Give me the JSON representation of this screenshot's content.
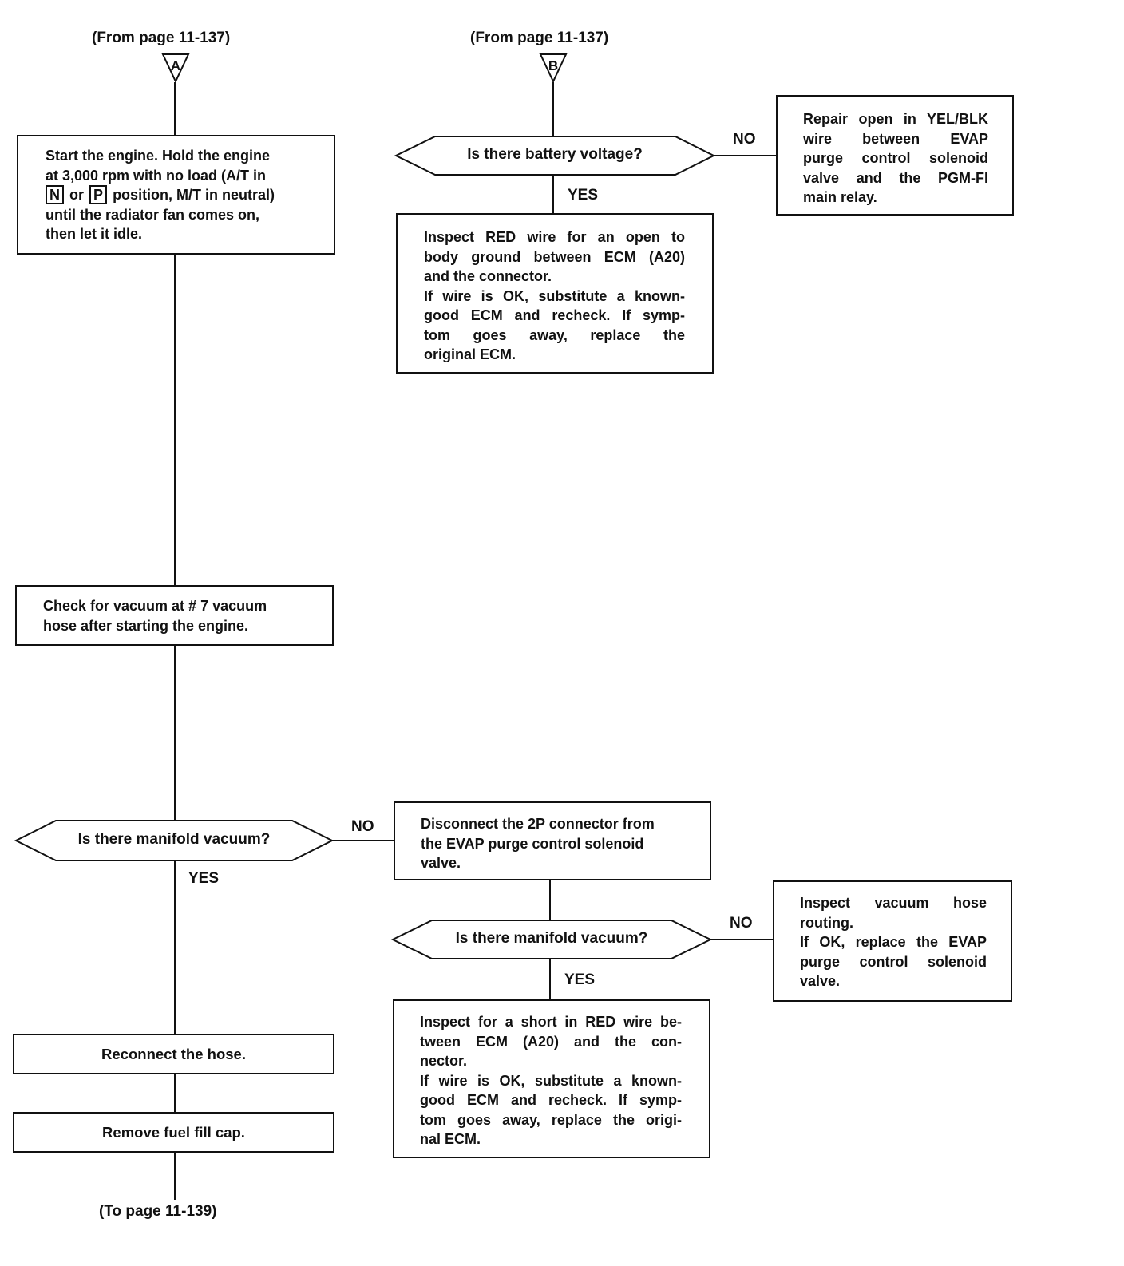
{
  "offpage": {
    "from_a": "(From page 11-137)",
    "from_b": "(From page 11-137)",
    "to_next": "(To page 11-139)",
    "marker_a": "A",
    "marker_b": "B"
  },
  "branch": {
    "yes": "YES",
    "no": "NO"
  },
  "col_a": {
    "start_engine": {
      "line1": "Start the engine. Hold the engine",
      "line2": "at 3,000 rpm with no load (A/T in",
      "key_n": "N",
      "or": "or",
      "key_p": "P",
      "line3_rest": "position, M/T in neutral)",
      "line4": "until the radiator fan comes on,",
      "line5": "then let it idle."
    },
    "check_vacuum": {
      "line1": "Check for vacuum at # 7 vacuum",
      "line2": "hose after starting the engine."
    },
    "manifold_question": "Is there manifold vacuum?",
    "reconnect": "Reconnect the hose.",
    "remove_cap": "Remove fuel fill cap."
  },
  "col_b": {
    "battery_question": "Is there battery voltage?",
    "repair_open": {
      "line1": "Repair open in YEL/BLK",
      "line2": "wire between EVAP",
      "line3": "purge control solenoid",
      "line4": "valve and the PGM-FI",
      "line5": "main relay."
    },
    "inspect_red_open": {
      "line1": "Inspect RED wire for an open to",
      "line2": "body ground between ECM (A20)",
      "line3": "and the connector.",
      "line4": "If wire is OK, substitute a known-",
      "line5": "good ECM and recheck. If symp-",
      "line6": "tom goes away, replace the",
      "line7": "original ECM."
    }
  },
  "col_c": {
    "disconnect": {
      "line1": "Disconnect the 2P connector from",
      "line2": "the EVAP purge control solenoid",
      "line3": "valve."
    },
    "manifold_question": "Is there manifold vacuum?",
    "inspect_hose": {
      "line1": "Inspect vacuum hose",
      "line2": "routing.",
      "line3": "If OK, replace the EVAP",
      "line4": "purge control solenoid",
      "line5": "valve."
    },
    "inspect_short": {
      "line1": "Inspect for a short in RED wire be-",
      "line2": "tween ECM (A20) and the con-",
      "line3": "nector.",
      "line4": "If wire is OK, substitute a known-",
      "line5": "good ECM and recheck. If symp-",
      "line6": "tom goes away, replace the origi-",
      "line7": "nal ECM."
    }
  }
}
